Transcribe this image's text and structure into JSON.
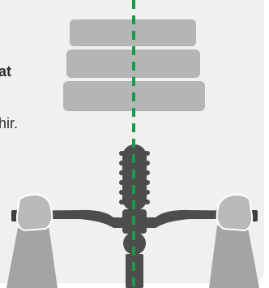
{
  "text_fragments": {
    "line1": "at",
    "line2": "hir."
  },
  "colors": {
    "background": "#ffffff",
    "panel": "#f0f0f0",
    "road_block": "#b5b5b5",
    "bike_dark": "#4d4d4d",
    "arm": "#a4a4a4",
    "hand": "#b9b9b9",
    "center_line": "#1a9a4a"
  },
  "icons": [
    "road-blocks",
    "bicycle-handlebar",
    "tire-icon",
    "rider-arms",
    "center-line"
  ]
}
